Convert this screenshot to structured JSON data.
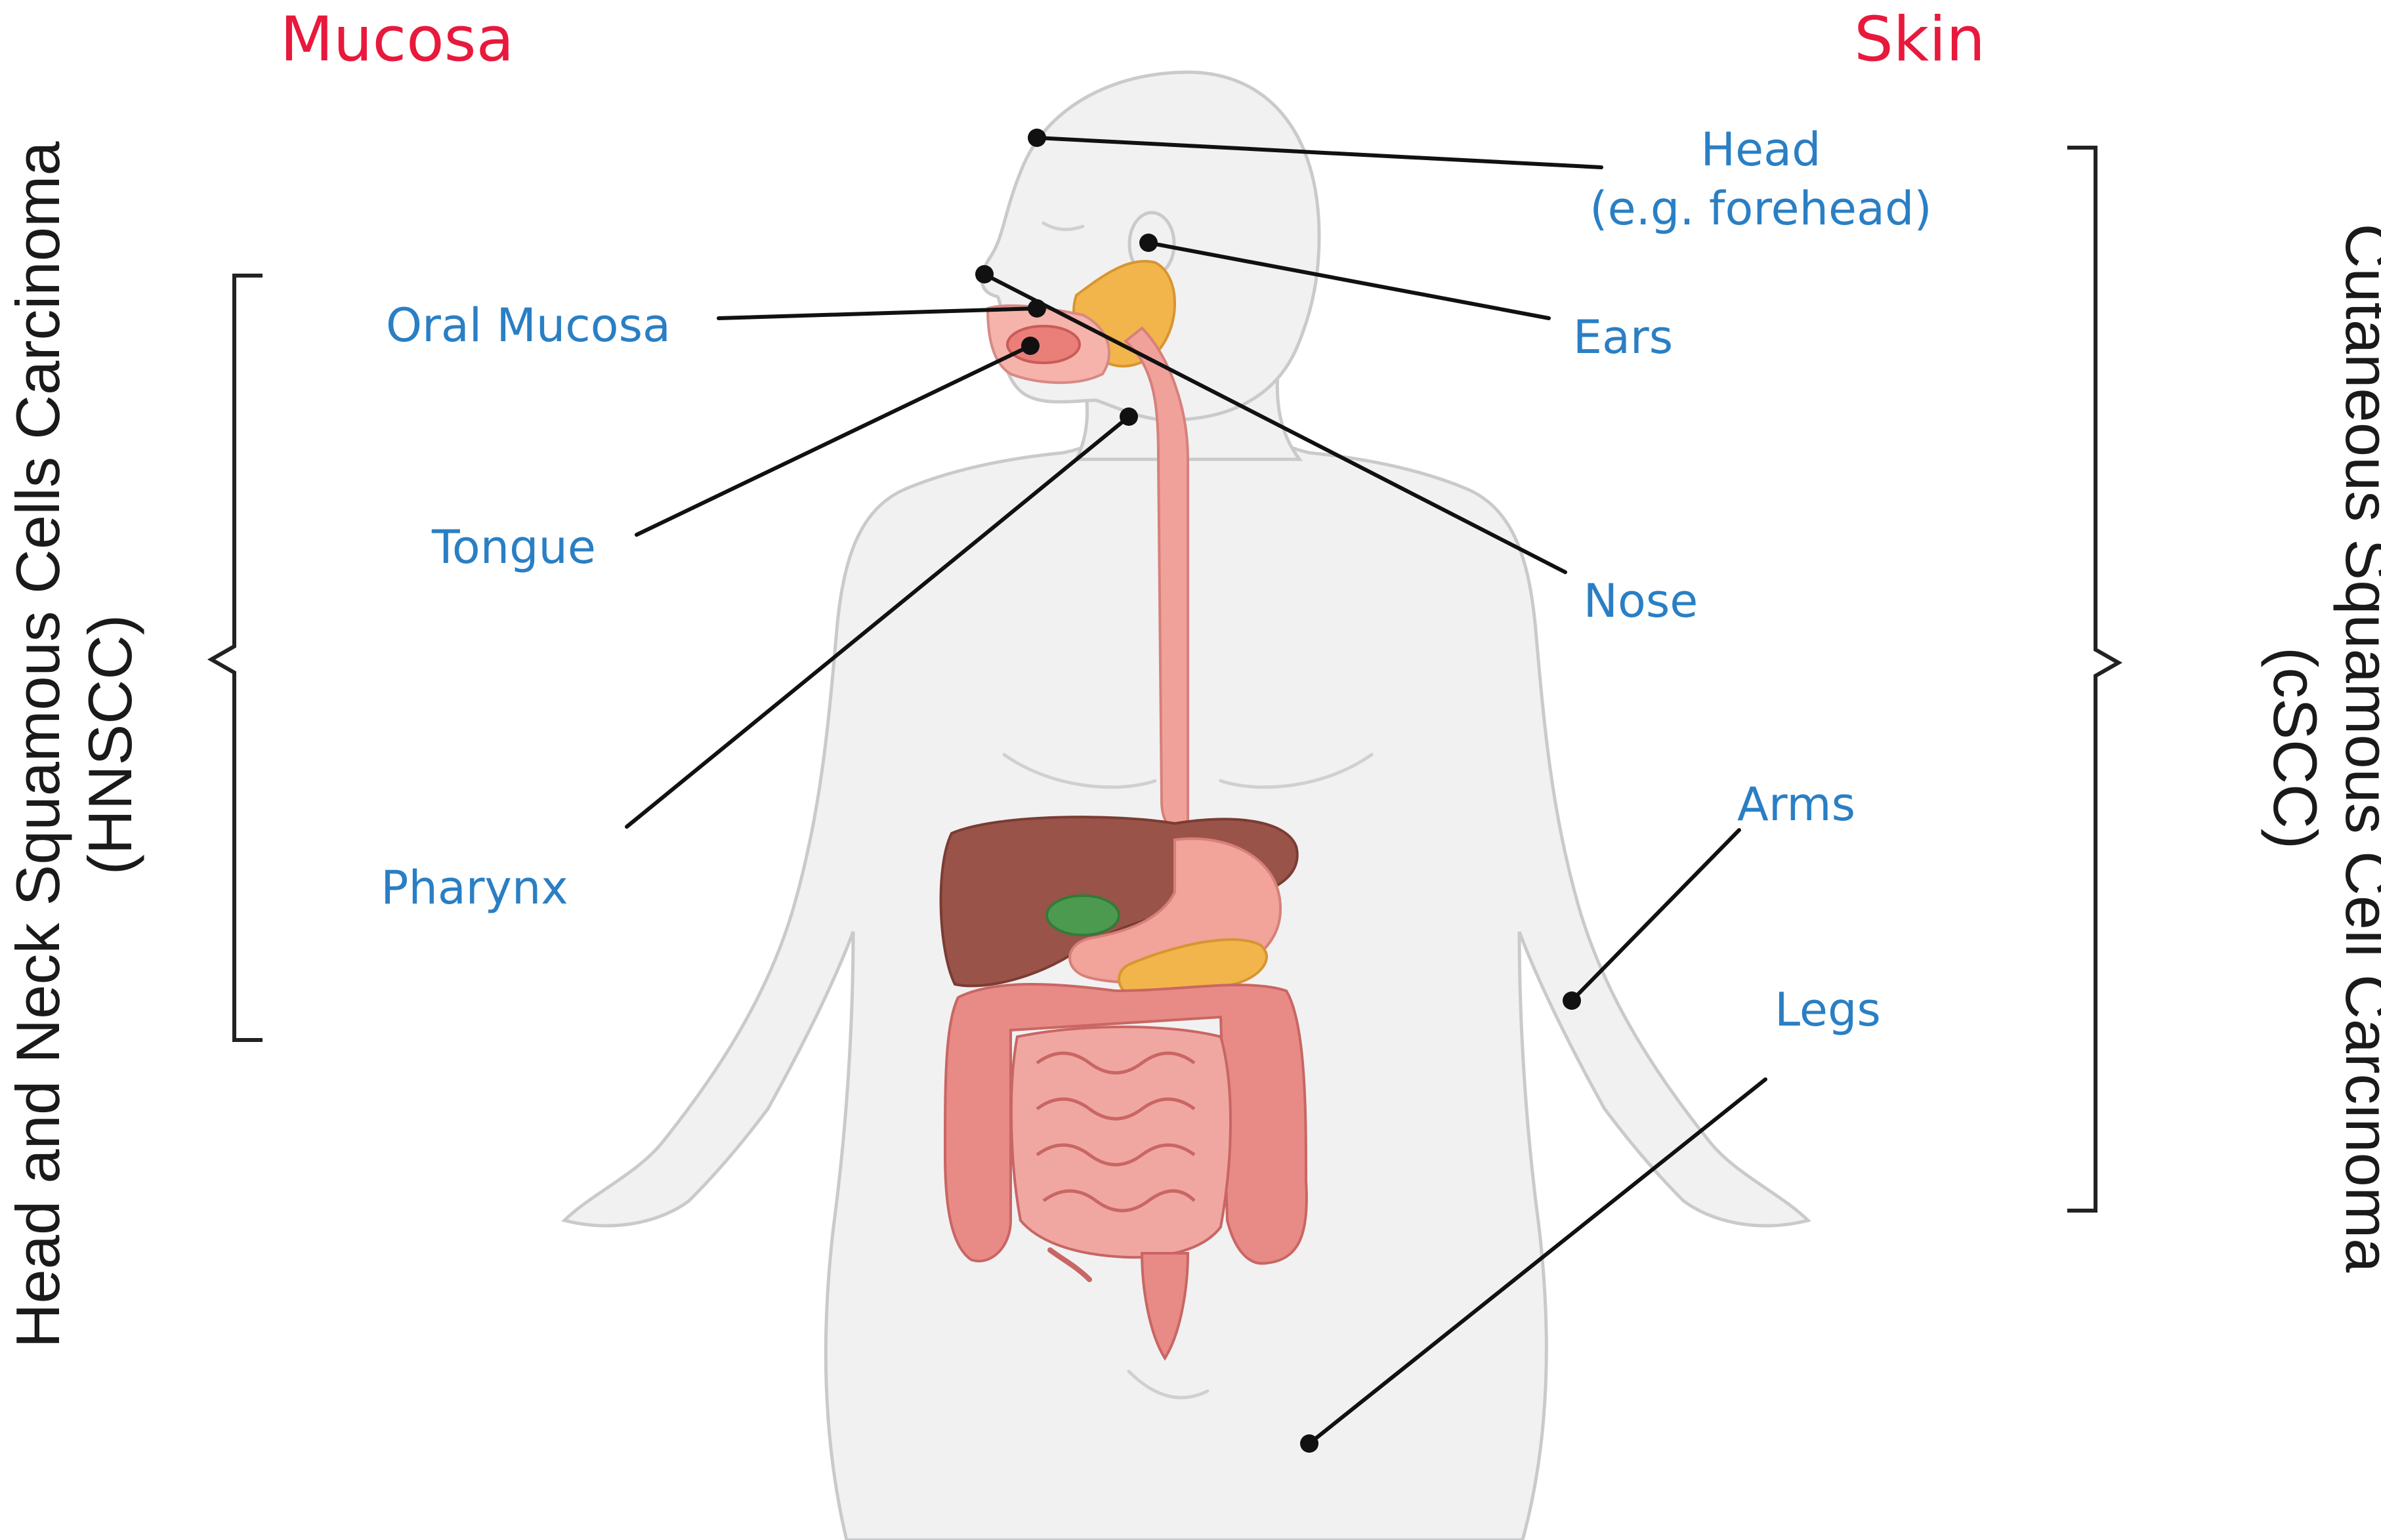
{
  "headings": {
    "mucosa": "Mucosa",
    "skin": "Skin"
  },
  "left_title": {
    "line1": "Head and Neck Squamous Cells Carcinoma",
    "line2": "(HNSCC)"
  },
  "right_title": {
    "line1": "Cutaneous Squamous Cell Carcinoma",
    "line2": "(cSCC)"
  },
  "mucosa_sites": {
    "oral_mucosa": "Oral Mucosa",
    "tongue": "Tongue",
    "pharynx": "Pharynx"
  },
  "skin_sites": {
    "head_line1": "Head",
    "head_line2": "(e.g. forehead)",
    "ears": "Ears",
    "nose": "Nose",
    "arms": "Arms",
    "legs": "Legs"
  },
  "colors": {
    "heading": "#e8193c",
    "site_label": "#2a7fc4",
    "body_skin": "#f1f1f2",
    "esophagus": "#f0a19a",
    "liver": "#9a5348",
    "stomach": "#f2a39a",
    "intestine": "#e88a86",
    "gland": "#f2b54b",
    "gallbladder": "#4c9a50"
  }
}
